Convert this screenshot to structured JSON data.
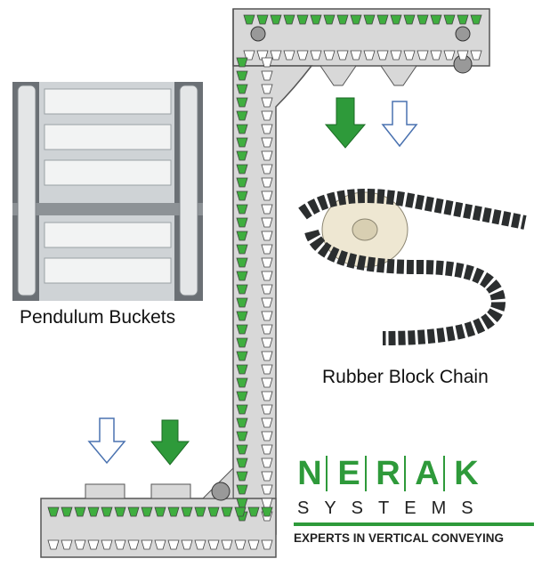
{
  "captions": {
    "pendulum": "Pendulum Buckets",
    "chain": "Rubber Block Chain"
  },
  "logo": {
    "letters": [
      "N",
      "E",
      "R",
      "A",
      "K"
    ],
    "subtitle": "SYSTEMS",
    "tagline": "EXPERTS IN VERTICAL CONVEYING",
    "brand_color": "#2e9a3a"
  },
  "colors": {
    "frame": "#d8d8d8",
    "frame_stroke": "#555555",
    "bucket_green": "#3fae3f",
    "arrow_green": "#2e9a3a",
    "arrow_outline": "#4a72b0"
  }
}
